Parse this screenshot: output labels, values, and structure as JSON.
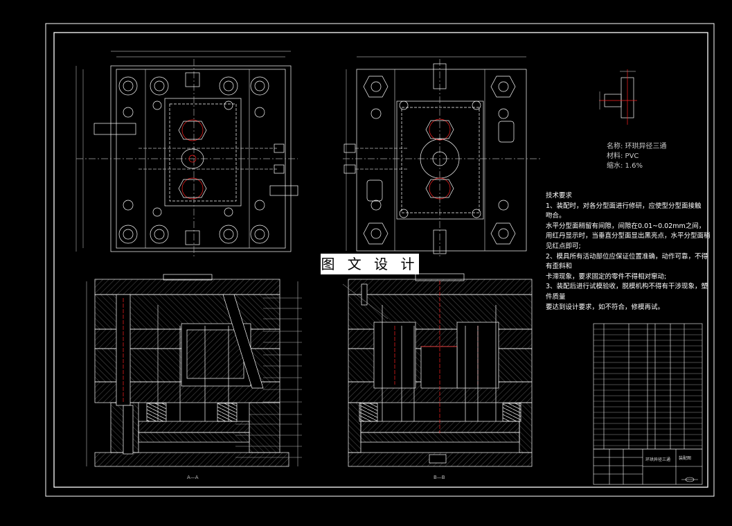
{
  "watermark": "图 文 设 计",
  "part_info": {
    "name": "名称: 环珙异径三通",
    "material": "材料: PVC",
    "shrink": "缩水: 1.6%"
  },
  "tech_notes": {
    "heading": "技术要求",
    "lines": [
      "1、装配时，对各分型面进行修研，应使型分型面接触",
      "吻合。",
      "水平分型面稍留有间隙，间隙在0.01~0.02mm之间，",
      "用红丹显示时，当垂直分型面显出黑亮点，水平分型面稍",
      "见红点即可;",
      "2、模具所有活动部位应保证位置准确，动作可靠，不得",
      "有歪斜和",
      "卡滞现象，要求固定的零件不得相对窜动;",
      "3、装配后进行试模验收，脱模机构不得有干涉现象，塑",
      "件质量",
      "要达到设计要求，如不符合，修模再试。"
    ]
  },
  "section_labels": {
    "aa": "A—A",
    "bb": "B—B"
  },
  "title_block": {
    "part_name": "环珙异径三通",
    "drawing_type": "装配图"
  },
  "colors": {
    "background": "#000000",
    "line": "#ffffff",
    "accent_red": "#ff2020",
    "dim_gray": "#9a9a9a"
  }
}
